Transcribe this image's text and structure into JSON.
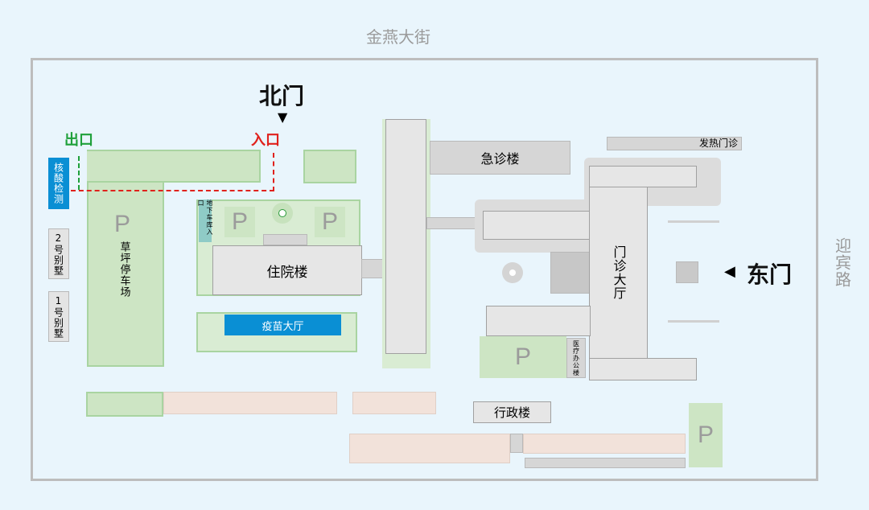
{
  "roads": {
    "north": "金燕大街",
    "east": "迎宾路"
  },
  "gates": {
    "north": "北门",
    "east": "东门"
  },
  "route": {
    "entrance": "入口",
    "exit": "出口",
    "entrance_color": "#e0211c",
    "exit_color": "#1fa03a"
  },
  "buildings": {
    "nucleic_test": "核酸检测",
    "villa2": "2号别墅",
    "villa1": "1号别墅",
    "lawn_parking": "草坪停车场",
    "garage_entrance": "地下车库入口",
    "inpatient": "住院楼",
    "vaccine_hall": "疫苗大厅",
    "emergency": "急诊楼",
    "fever_clinic": "发热门诊",
    "outpatient_hall": "门诊大厅",
    "medical_office": "医疗办公楼",
    "admin": "行政楼"
  },
  "parking_symbol": "P"
}
